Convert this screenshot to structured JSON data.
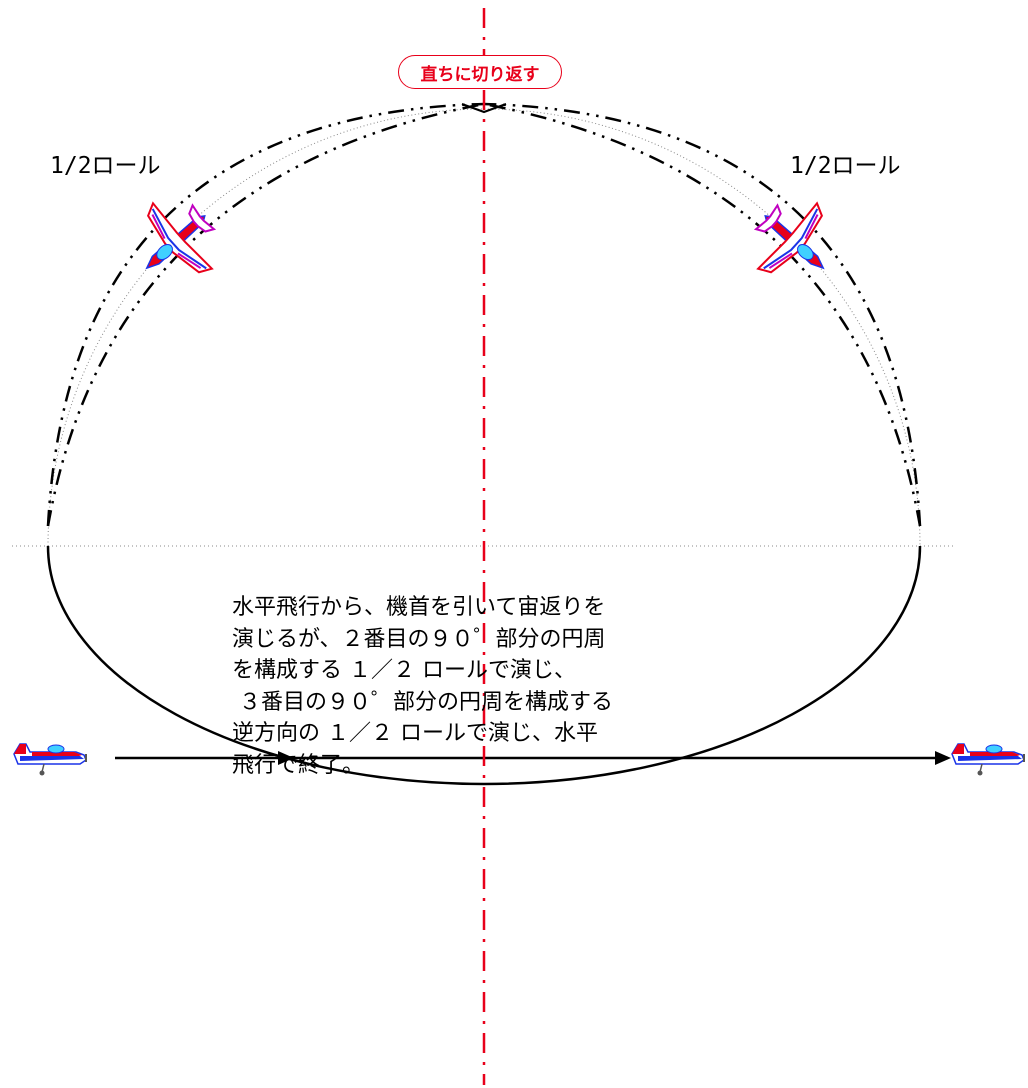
{
  "callout": {
    "text": "直ちに切り返す"
  },
  "labels": {
    "left_roll": "1/2ロール",
    "right_roll": "1/2ロール"
  },
  "description": {
    "lines": [
      "水平飛行から、機首を引いて宙返りを",
      "演じるが、２番目の９０゜部分の円周",
      "を構成する １／２ ロールで演じ、",
      " ３番目の９０゜部分の円周を構成する",
      "逆方向の １／２ ロールで演じ、水平",
      "飛行で終了。"
    ]
  },
  "colors": {
    "center_line": "#e8001a",
    "path": "#000000",
    "guide": "#888888",
    "plane_red": "#e8001a",
    "plane_blue": "#1a33e8",
    "plane_magenta": "#c000c0",
    "plane_cyan": "#40d0ff"
  },
  "icons": {
    "entry_plane": "airplane-side-icon",
    "exit_plane": "airplane-side-icon",
    "roll_plane_left": "airplane-top-icon",
    "roll_plane_right": "airplane-top-icon"
  }
}
